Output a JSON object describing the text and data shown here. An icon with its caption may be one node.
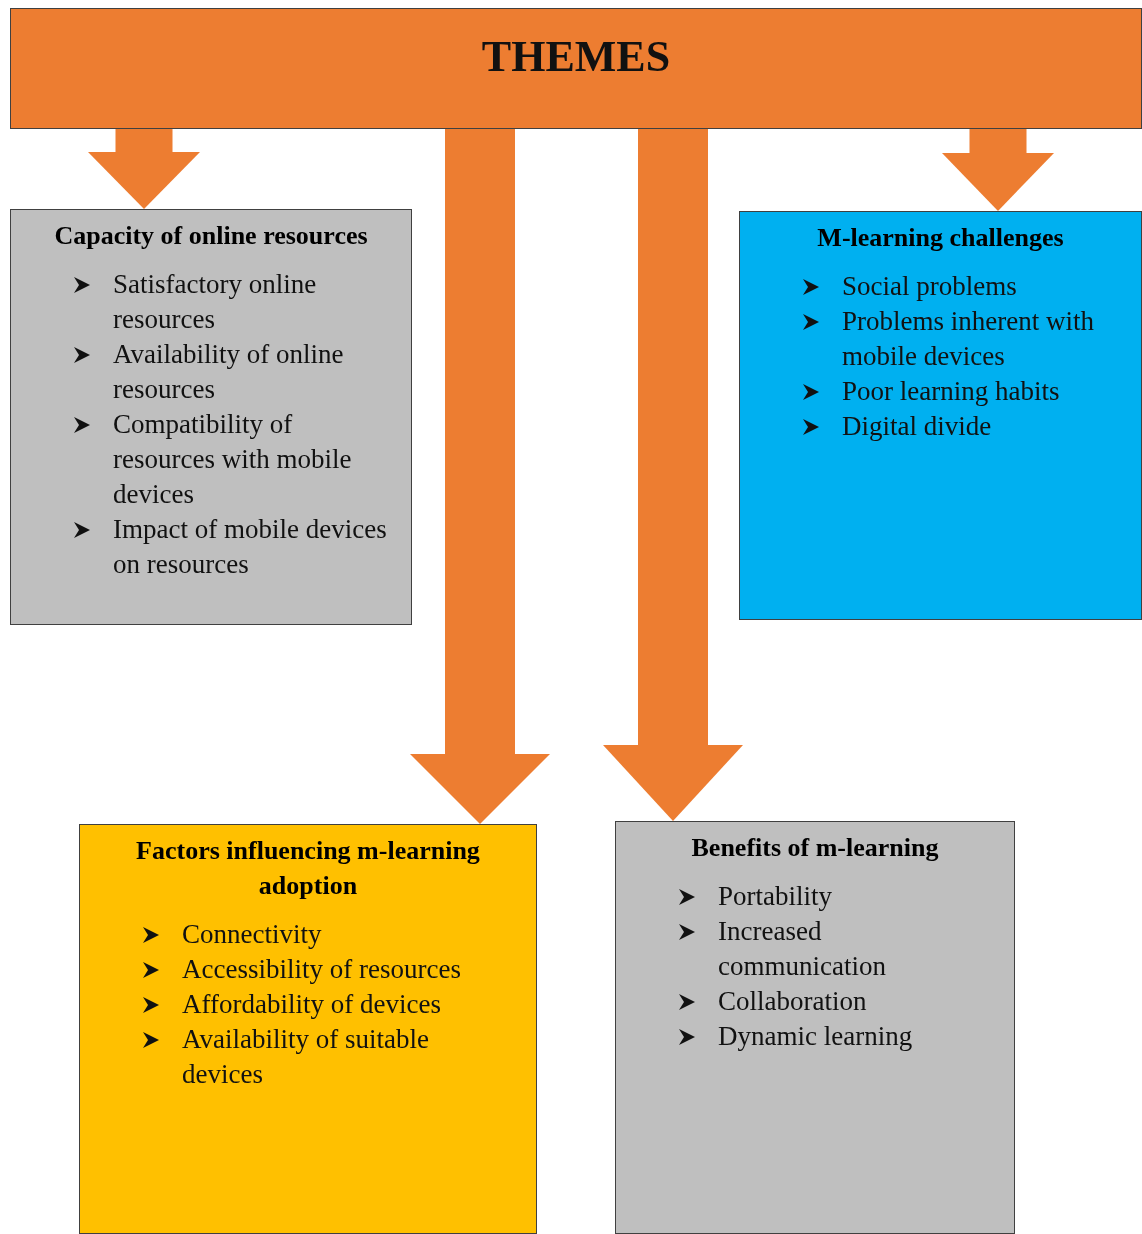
{
  "diagram": {
    "nodes": [
      {
        "text": [
          "THEMES"
        ]
      },
      {
        "text": [
          "Capacity of online resources",
          "Satisfactory online resources",
          "Availability of online resources",
          "Compatibility of resources with mobile devices",
          "Impact of mobile devices on resources"
        ]
      },
      {
        "text": [
          "M-learning challenges",
          "Social problems",
          "Problems inherent with mobile devices",
          "Poor learning habits",
          "Digital divide"
        ]
      },
      {
        "text": [
          "Factors influencing m-learning adoption",
          "Connectivity",
          "Accessibility of resources",
          "Affordability of devices",
          "Availability of suitable devices"
        ]
      },
      {
        "text": [
          "Benefits of m-learning",
          "Portability",
          "Increased communication",
          "Collaboration",
          "Dynamic learning"
        ]
      }
    ],
    "edges": [
      {
        "from": 0,
        "to": 1,
        "arrow": "to"
      },
      {
        "from": 0,
        "to": 3,
        "arrow": "to"
      },
      {
        "from": 0,
        "to": 4,
        "arrow": "to"
      },
      {
        "from": 0,
        "to": 2,
        "arrow": "to"
      }
    ]
  }
}
